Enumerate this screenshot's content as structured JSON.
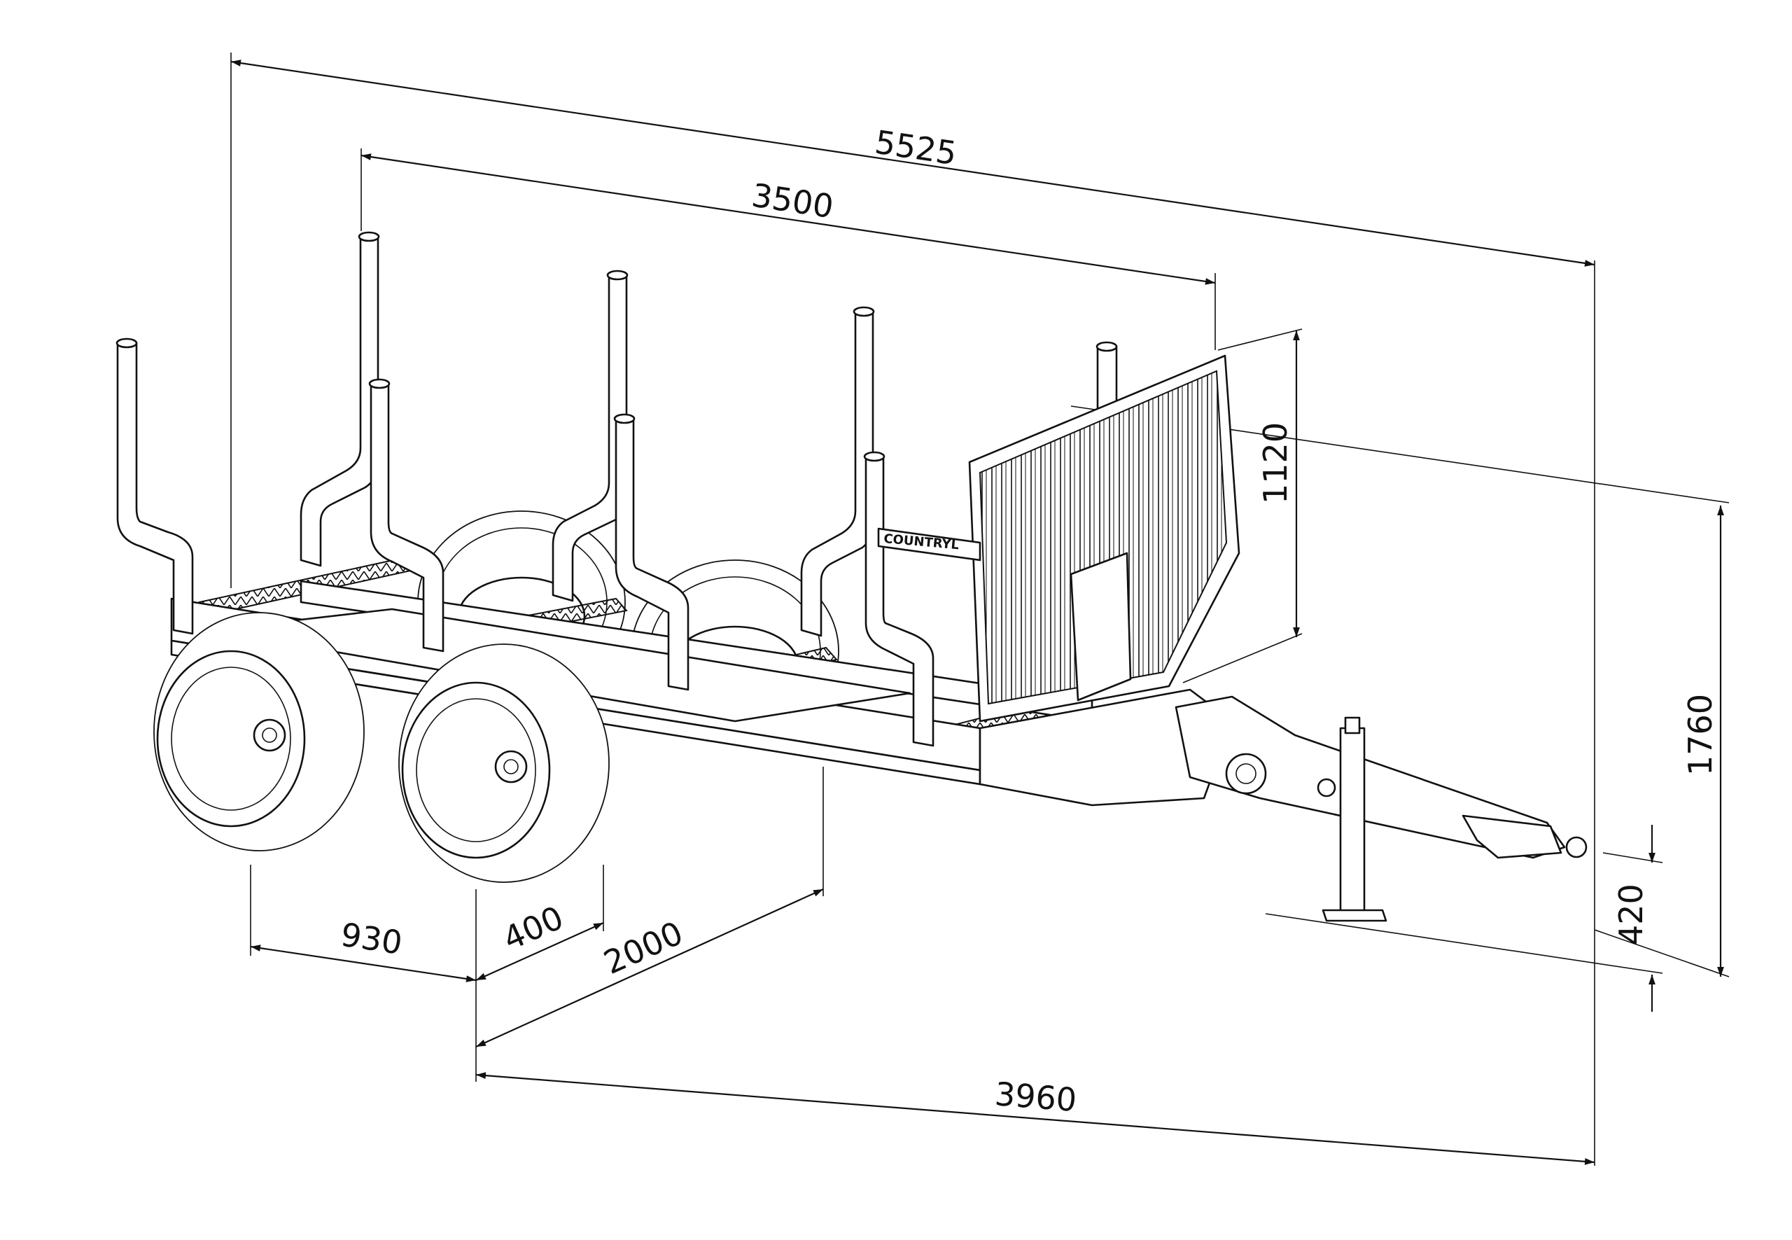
{
  "drawing": {
    "brand_label": "COUNTRYL",
    "dimensions": {
      "overall_length": "5525",
      "bunk_length": "3500",
      "stake_height": "1120",
      "overall_height": "1760",
      "hitch_height": "420",
      "axle_spacing": "930",
      "offset": "400",
      "track_width": "2000",
      "frame_length": "3960"
    }
  }
}
